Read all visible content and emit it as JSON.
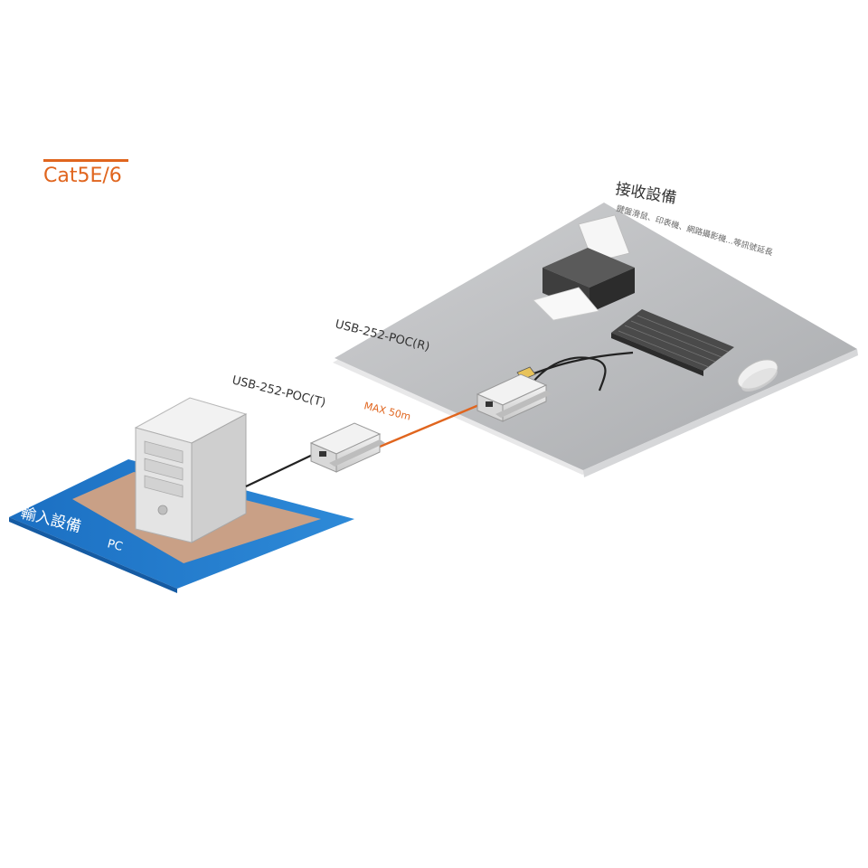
{
  "legend": {
    "cable_type": "Cat5E/6",
    "line_color": "#e0651e"
  },
  "input_zone": {
    "title": "輸入設備",
    "subtitle": "PC",
    "floor_color": "#1a78c8",
    "pad_color": "#c9a086"
  },
  "output_zone": {
    "title": "接收設備",
    "subtitle": "鍵盤滑鼠、印表機、網路攝影機...等訊號延長",
    "floor_color": "#b9babc"
  },
  "transmitter": {
    "model": "USB-252-POC(T)"
  },
  "receiver": {
    "model": "USB-252-POC(R)"
  },
  "cable": {
    "distance_label": "MAX 50m",
    "color": "#e0651e"
  },
  "icons": {
    "pc": "pc-tower-icon",
    "printer": "printer-icon",
    "keyboard": "keyboard-icon",
    "mouse": "mouse-icon"
  }
}
